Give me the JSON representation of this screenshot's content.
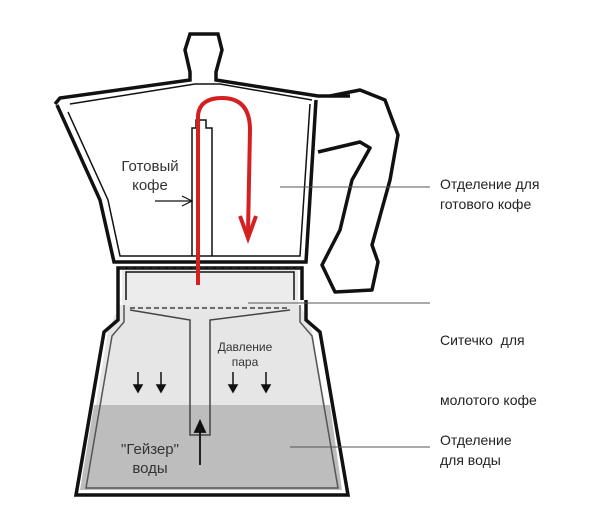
{
  "labels": {
    "ready_coffee": [
      "Готовый",
      "кофе"
    ],
    "coffee_chamber": [
      "Отделение для",
      "готового кофе"
    ],
    "filter": [
      "Ситечко  для",
      "молотого кофе"
    ],
    "steam_pressure": [
      "Давление",
      "пара"
    ],
    "geyser": [
      "\"Гейзер\"",
      "воды"
    ],
    "water_chamber": [
      "Отделение",
      "для воды"
    ]
  },
  "colors": {
    "flow_arrow": "#d42020",
    "water": "#b8b8b8",
    "steam": "#e4e4e4",
    "outline": "#111111"
  }
}
